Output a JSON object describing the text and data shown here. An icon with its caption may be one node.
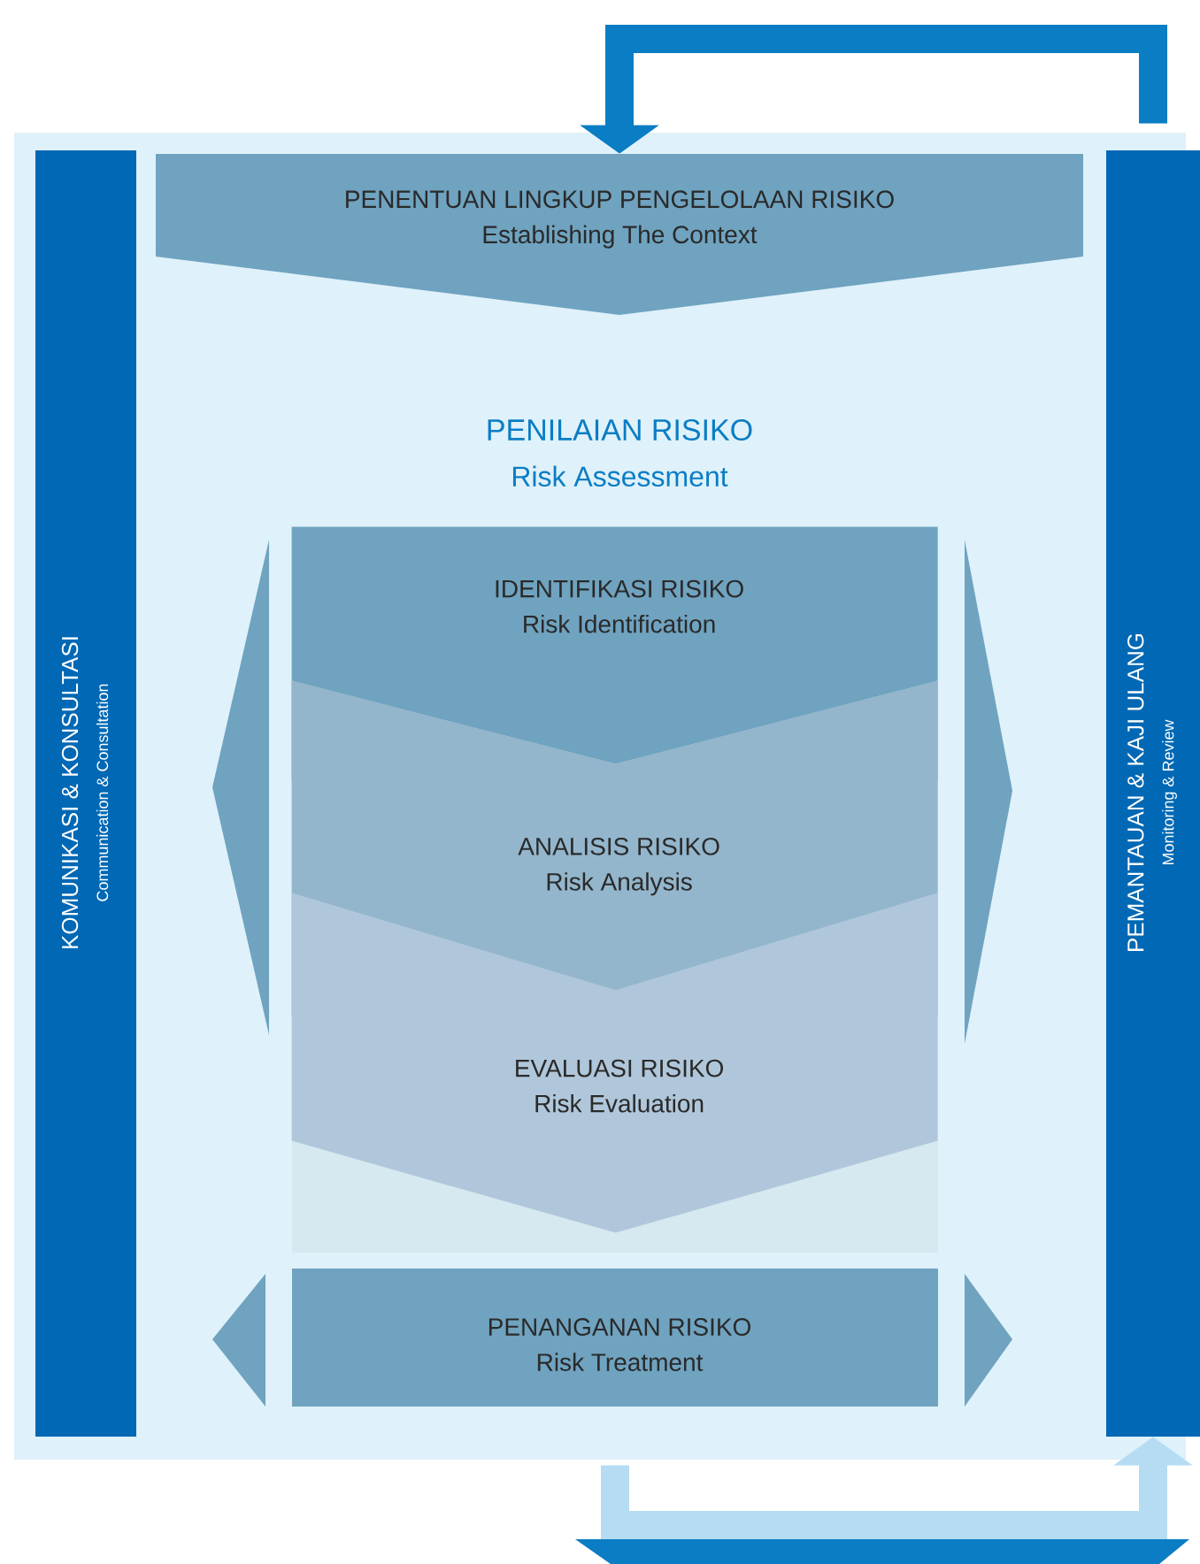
{
  "diagram": {
    "nodes": [
      {
        "text": [
          "PENENTUAN LINGKUP PENGELOLAAN RISIKO",
          "Establishing The Context"
        ]
      },
      {
        "text": [
          "PENILAIAN RISIKO",
          "Risk Assessment"
        ]
      },
      {
        "text": [
          "IDENTIFIKASI RISIKO",
          "Risk Identification"
        ],
        "in": 1
      },
      {
        "text": [
          "ANALISIS RISIKO",
          "Risk Analysis"
        ],
        "in": 1
      },
      {
        "text": [
          "EVALUASI RISIKO",
          "Risk Evaluation"
        ],
        "in": 1
      },
      {
        "text": [
          "PENANGANAN RISIKO",
          "Risk Treatment"
        ]
      },
      {
        "text": [
          "KOMUNIKASI & KONSULTASI",
          "Communication & Consultation"
        ]
      },
      {
        "text": [
          "PEMANTAUAN & KAJI ULANG",
          "Monitoring & Review"
        ]
      },
      {
        "text": [],
        "shape": "triangle"
      },
      {
        "text": [],
        "shape": "triangle"
      },
      {
        "text": [],
        "shape": "triangle"
      },
      {
        "text": [],
        "shape": "triangle"
      }
    ],
    "edges": [
      {
        "from": 7,
        "to": 0,
        "arrow": "to"
      },
      {
        "from": 5,
        "to": 7,
        "arrow": "to",
        "color": "#b5dcf2"
      }
    ]
  }
}
